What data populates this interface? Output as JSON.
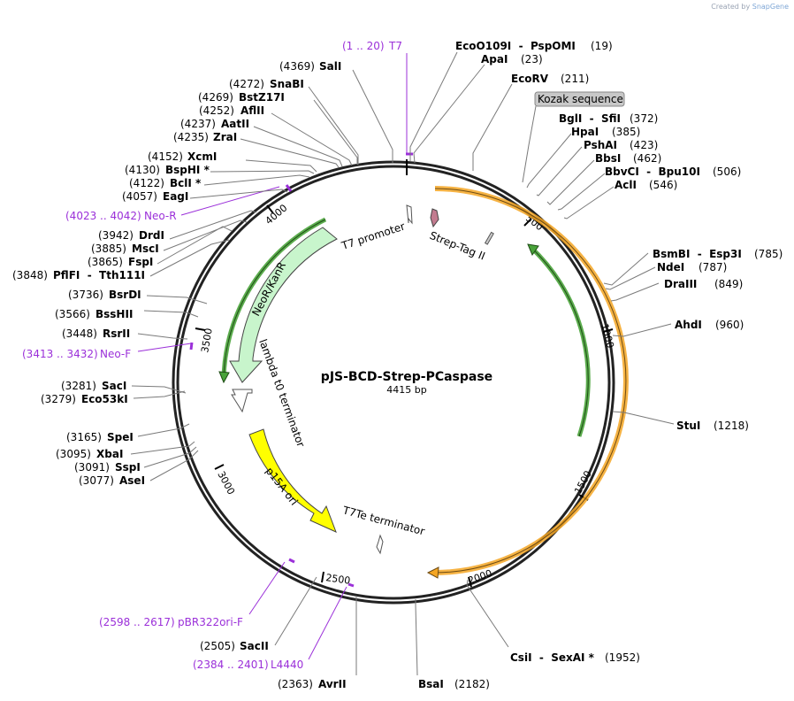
{
  "header": {
    "watermark_prefix": "Created by",
    "watermark_brand": "SnapGene"
  },
  "map": {
    "name": "pJS-BCD-Strep-PCaspase",
    "length_label": "4415 bp",
    "length": 4415
  },
  "colors": {
    "primer": "#9b30d9",
    "orange": "#f5a623",
    "green": "#49a33a",
    "neo": "#c8f5cc",
    "p15a": "#ffff00",
    "strep": "#c27b8f",
    "kozak": "#c8c8c8"
  },
  "ticks": [
    "500",
    "1000",
    "1500",
    "2000",
    "2500",
    "3000",
    "3500",
    "4000"
  ],
  "features": [
    {
      "label": "T7 promoter"
    },
    {
      "label": "Strep-Tag II"
    },
    {
      "label": "NeoR/KanR"
    },
    {
      "label": "lambda t0 terminator"
    },
    {
      "label": "p15A ori"
    },
    {
      "label": "T7Te terminator"
    },
    {
      "label": "Kozak sequence"
    }
  ],
  "sites": [
    {
      "name": "SalI",
      "pos": "(4369)"
    },
    {
      "name": "SnaBI",
      "pos": "(4272)"
    },
    {
      "name": "BstZ17I",
      "pos": "(4269)"
    },
    {
      "name": "AflII",
      "pos": "(4252)"
    },
    {
      "name": "AatII",
      "pos": "(4237)"
    },
    {
      "name": "ZraI",
      "pos": "(4235)"
    },
    {
      "name": "XcmI",
      "pos": "(4152)"
    },
    {
      "name": "BspHI *",
      "pos": "(4130)"
    },
    {
      "name": "BclI *",
      "pos": "(4122)"
    },
    {
      "name": "EagI",
      "pos": "(4057)"
    },
    {
      "name": "DrdI",
      "pos": "(3942)"
    },
    {
      "name": "MscI",
      "pos": "(3885)"
    },
    {
      "name": "FspI",
      "pos": "(3865)"
    },
    {
      "name": "PflFI  -  Tth111I",
      "pos": "(3848)"
    },
    {
      "name": "BsrDI",
      "pos": "(3736)"
    },
    {
      "name": "BssHII",
      "pos": "(3566)"
    },
    {
      "name": "RsrII",
      "pos": "(3448)"
    },
    {
      "name": "SacI",
      "pos": "(3281)"
    },
    {
      "name": "Eco53kI",
      "pos": "(3279)"
    },
    {
      "name": "SpeI",
      "pos": "(3165)"
    },
    {
      "name": "XbaI",
      "pos": "(3095)"
    },
    {
      "name": "SspI",
      "pos": "(3091)"
    },
    {
      "name": "AseI",
      "pos": "(3077)"
    },
    {
      "name": "SacII",
      "pos": "(2505)"
    },
    {
      "name": "AvrII",
      "pos": "(2363)"
    },
    {
      "name": "EcoO109I  -  PspOMI",
      "pos": "(19)"
    },
    {
      "name": "ApaI",
      "pos": "(23)"
    },
    {
      "name": "EcoRV",
      "pos": "(211)"
    },
    {
      "name": "BglI  -  SfiI",
      "pos": "(372)"
    },
    {
      "name": "HpaI",
      "pos": "(385)"
    },
    {
      "name": "PshAI",
      "pos": "(423)"
    },
    {
      "name": "BbsI",
      "pos": "(462)"
    },
    {
      "name": "BbvCI  -  Bpu10I",
      "pos": "(506)"
    },
    {
      "name": "AclI",
      "pos": "(546)"
    },
    {
      "name": "BsmBI  -  Esp3I",
      "pos": "(785)"
    },
    {
      "name": "NdeI",
      "pos": "(787)"
    },
    {
      "name": "DraIII",
      "pos": "(849)"
    },
    {
      "name": "AhdI",
      "pos": "(960)"
    },
    {
      "name": "StuI",
      "pos": "(1218)"
    },
    {
      "name": "CsiI  -  SexAI *",
      "pos": "(1952)"
    },
    {
      "name": "BsaI",
      "pos": "(2182)"
    }
  ],
  "primers": [
    {
      "range": "(1 .. 20)",
      "name": "T7"
    },
    {
      "range": "(4023 .. 4042)",
      "name": "Neo-R"
    },
    {
      "range": "(3413 .. 3432)",
      "name": "Neo-F"
    },
    {
      "range": "(2598 .. 2617)",
      "name": "pBR322ori-F"
    },
    {
      "range": "(2384 .. 2401)",
      "name": "L4440"
    }
  ]
}
